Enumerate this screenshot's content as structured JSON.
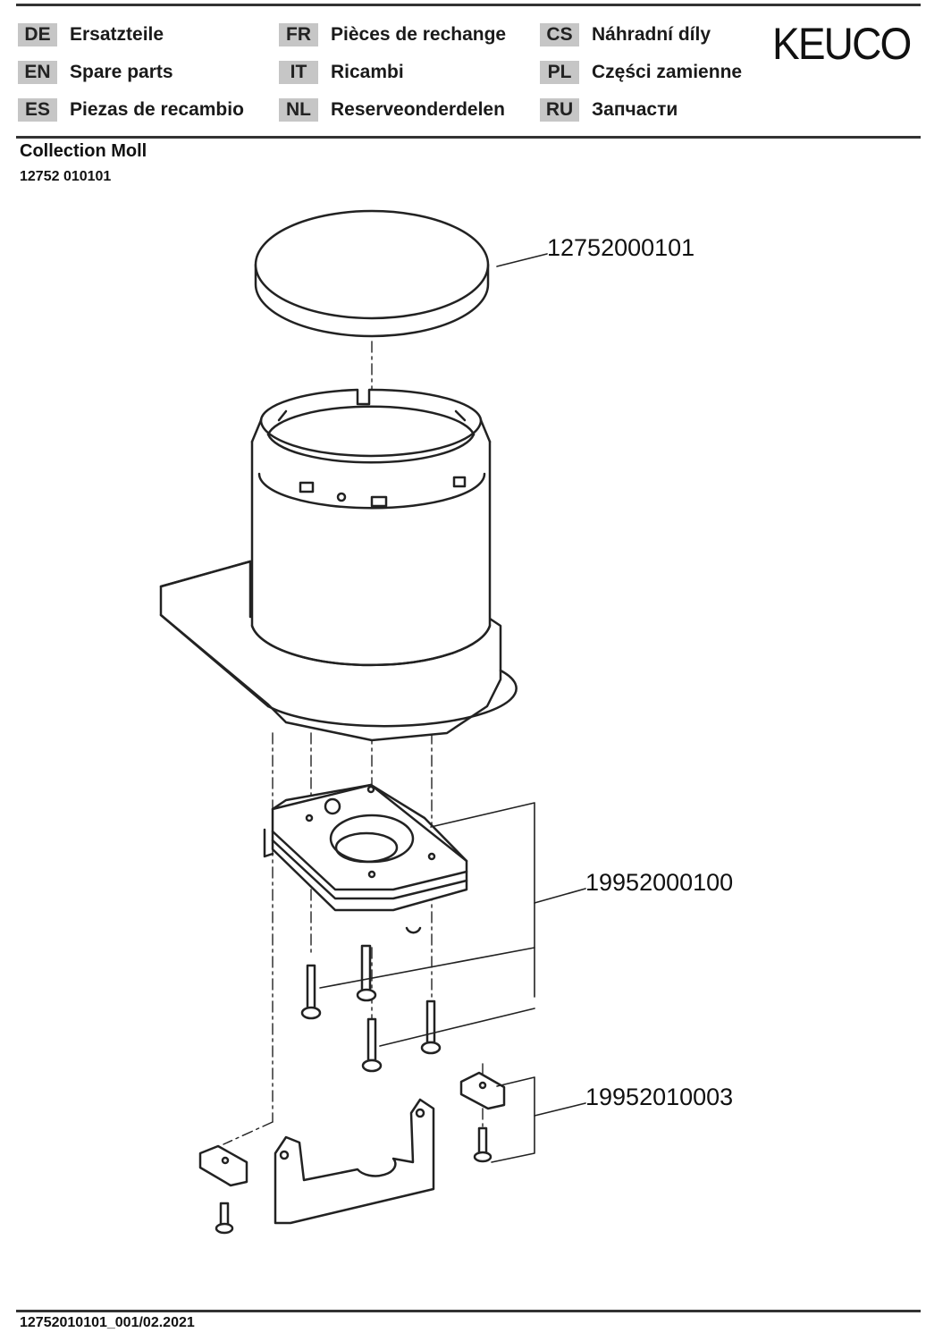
{
  "header": {
    "brand": "KEUCO",
    "languages": [
      {
        "code": "DE",
        "label": "Ersatzteile"
      },
      {
        "code": "EN",
        "label": "Spare parts"
      },
      {
        "code": "ES",
        "label": "Piezas de recambio"
      },
      {
        "code": "FR",
        "label": "Pièces de rechange"
      },
      {
        "code": "IT",
        "label": "Ricambi"
      },
      {
        "code": "NL",
        "label": "Reserveonderdelen"
      },
      {
        "code": "CS",
        "label": "Náhradní díly"
      },
      {
        "code": "PL",
        "label": "Części zamienne"
      },
      {
        "code": "RU",
        "label": "Запчасти"
      }
    ]
  },
  "document": {
    "title": "Collection Moll",
    "number": "12752 010101"
  },
  "parts": [
    {
      "number": "12752000101"
    },
    {
      "number": "19952000100"
    },
    {
      "number": "19952010003"
    }
  ],
  "footer": {
    "reference": "12752010101_001/02.2021"
  }
}
